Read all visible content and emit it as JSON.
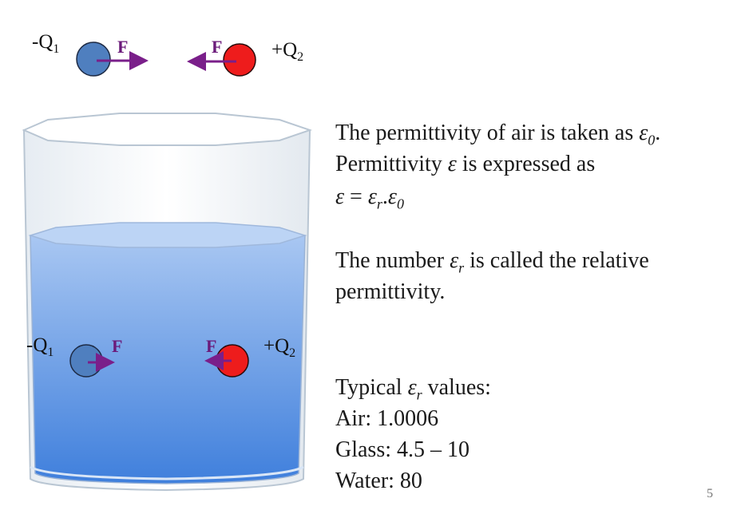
{
  "diagram": {
    "top": {
      "left_charge_label": "-Q",
      "left_charge_sub": "1",
      "right_charge_label": "+Q",
      "right_charge_sub": "2",
      "force_label": "F"
    },
    "beaker": {
      "left_charge_label": "-Q",
      "left_charge_sub": "1",
      "right_charge_label": "+Q",
      "right_charge_sub": "2",
      "force_label": "F"
    },
    "colors": {
      "negative_charge": "#4f7fbf",
      "positive_charge": "#ee1c1c",
      "force_arrow": "#7a1f8a",
      "water_top": "#a9c7f2",
      "water_bottom": "#3f7fdc"
    }
  },
  "text": {
    "line1_pre": "The permittivity of air is taken as ",
    "line1_sym": "ε",
    "line1_sub": "0",
    "line1_post": ".",
    "line2_pre": "Permittivity ",
    "line2_sym": "ε",
    "line2_post": " is expressed as",
    "eq_lhs": "ε",
    "eq_op": " = ",
    "eq_r": "ε",
    "eq_r_sub": "r",
    "eq_dot": ".",
    "eq_0": "ε",
    "eq_0_sub": "0",
    "rel_pre": "The number ",
    "rel_sym": "ε",
    "rel_sub": "r",
    "rel_post": " is called the relative",
    "rel_line2": "permittivity.",
    "typ_pre": "Typical ",
    "typ_sym": "ε",
    "typ_sub": "r",
    "typ_post": " values:",
    "air": "Air: 1.0006",
    "glass": "Glass: 4.5 – 10",
    "water": "Water: 80"
  },
  "page_number": "5"
}
